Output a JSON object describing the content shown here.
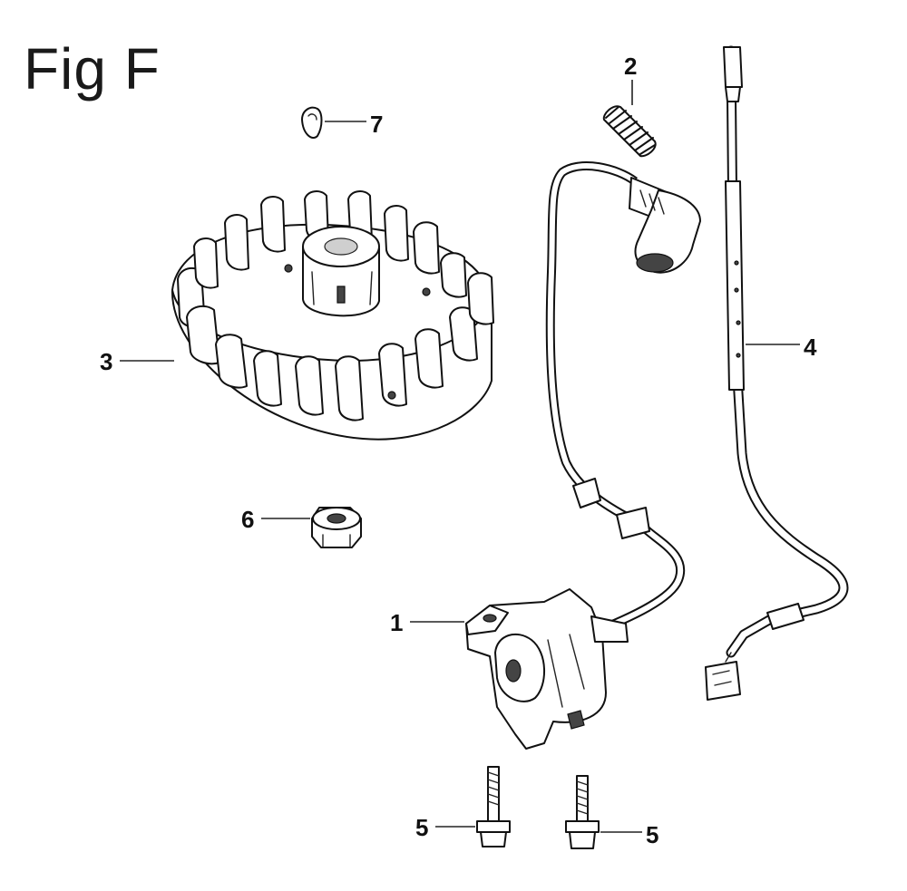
{
  "figure": {
    "title": "Fig F"
  },
  "callouts": {
    "c1": "1",
    "c2": "2",
    "c3": "3",
    "c4": "4",
    "c5a": "5",
    "c5b": "5",
    "c6": "6",
    "c7": "7"
  }
}
